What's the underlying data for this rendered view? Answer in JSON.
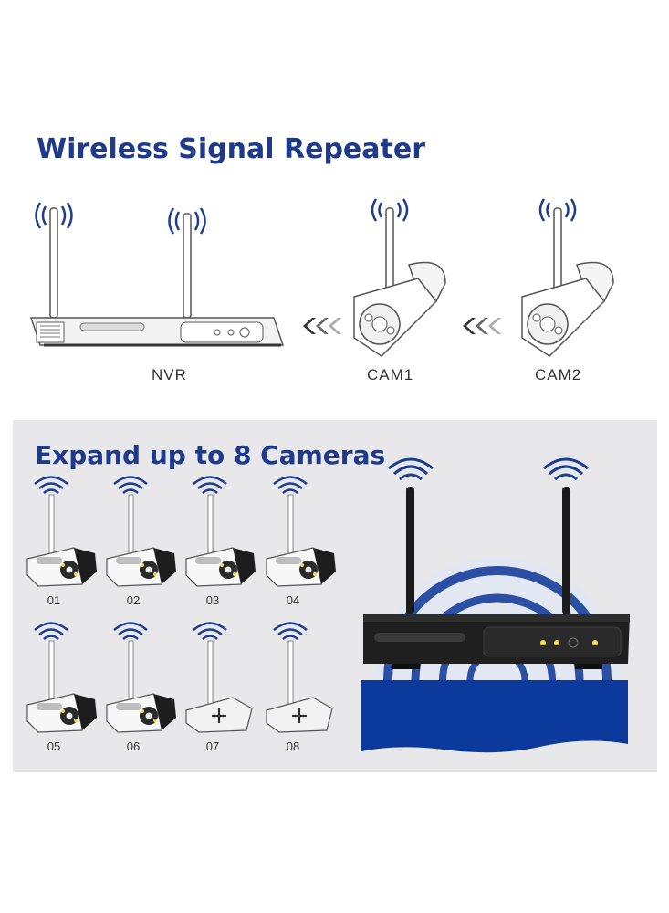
{
  "top": {
    "title": "Wireless Signal Repeater",
    "labels": {
      "nvr": "NVR",
      "cam1": "CAM1",
      "cam2": "CAM2"
    }
  },
  "bottom": {
    "title": "Expand up to 8 Cameras",
    "cameras": [
      "01",
      "02",
      "03",
      "04",
      "05",
      "06",
      "07",
      "08"
    ],
    "banner_color": "#0c3a9c",
    "signal_color": "#1a3d8f"
  }
}
